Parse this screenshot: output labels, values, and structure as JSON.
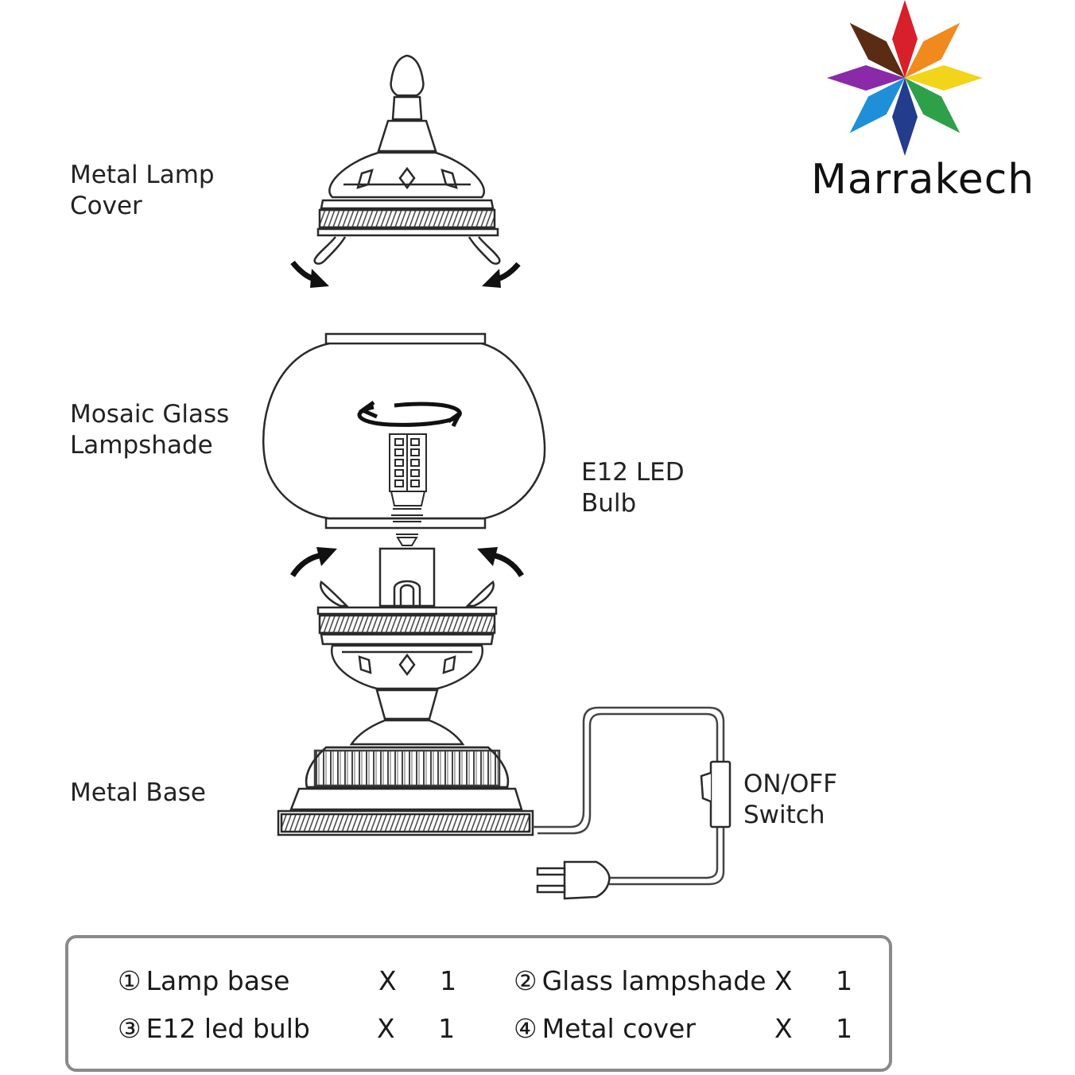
{
  "brand": {
    "name": "Marrakech"
  },
  "labels": {
    "metal_lamp_cover": [
      "Metal Lamp",
      "Cover"
    ],
    "mosaic_glass_lampshade": [
      "Mosaic Glass",
      "Lampshade"
    ],
    "e12_led_bulb": [
      "E12 LED",
      "Bulb"
    ],
    "metal_base": [
      "Metal Base"
    ],
    "on_off_switch": [
      "ON/OFF",
      "Switch"
    ]
  },
  "parts": [
    {
      "num": "①",
      "name": "Lamp base",
      "qty": "X 1"
    },
    {
      "num": "②",
      "name": "Glass lampshade",
      "qty": "X 1"
    },
    {
      "num": "③",
      "name": "E12 led bulb",
      "qty": "X 1"
    },
    {
      "num": "④",
      "name": "Metal cover",
      "qty": "X 1"
    }
  ],
  "colors": {
    "line": "#2a2a2a",
    "frame": "#8a8a8a",
    "star": [
      "#d8202a",
      "#f08a1e",
      "#f2d41a",
      "#2fa04a",
      "#243c8c",
      "#1e8fd8",
      "#8a2aa8",
      "#5a2c14"
    ]
  }
}
